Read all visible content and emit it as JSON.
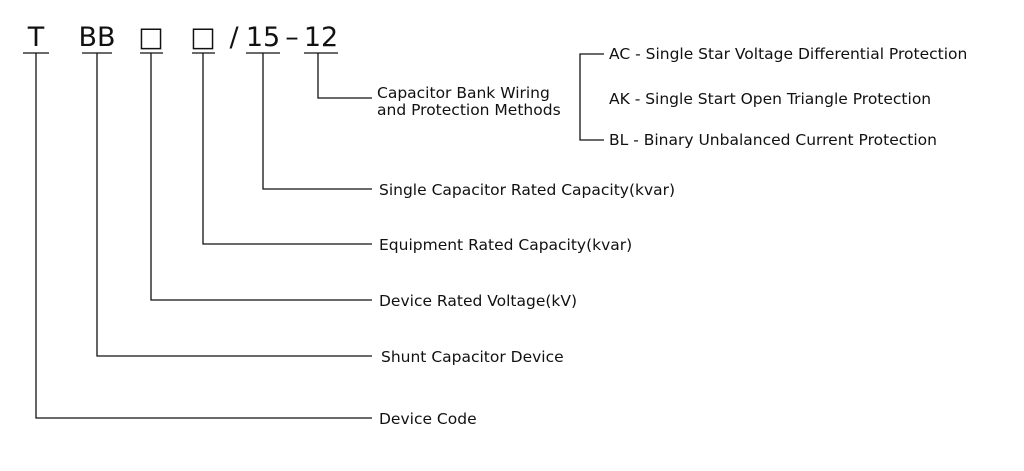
{
  "model_code": {
    "parts": [
      "T",
      "BB",
      "□",
      "□",
      "15",
      "12"
    ],
    "separators": [
      "/",
      "–"
    ]
  },
  "labels": {
    "device_code": "Device Code",
    "shunt_capacitor_device": "Shunt Capacitor Device",
    "device_rated_voltage": "Device Rated Voltage(kV)",
    "equipment_rated_capacity": "Equipment Rated Capacity(kvar)",
    "single_capacitor_rated_capacity": "Single Capacitor Rated Capacity(kvar)",
    "wiring_protection_line1": "Capacitor Bank Wiring",
    "wiring_protection_line2": "and Protection Methods"
  },
  "protection_methods": [
    "AC - Single Star Voltage Differential Protection",
    "AK - Single Start Open Triangle Protection",
    "BL - Binary Unbalanced Current Protection"
  ]
}
